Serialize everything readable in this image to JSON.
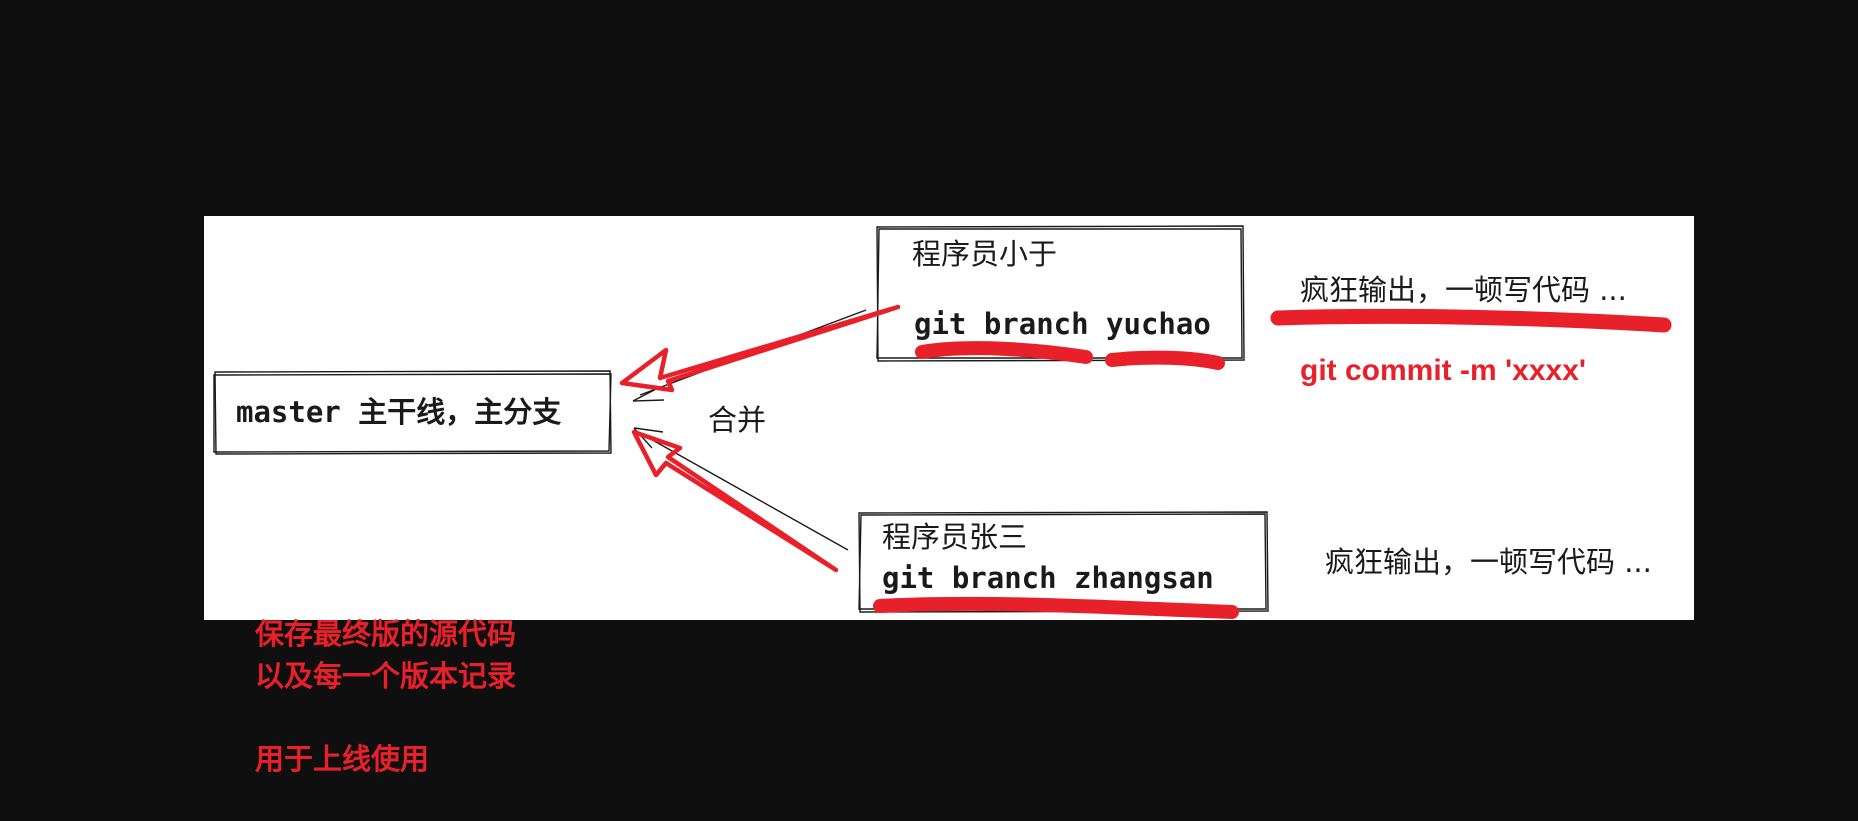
{
  "master": {
    "label": "master 主干线，主分支"
  },
  "developers": [
    {
      "name": "程序员小于",
      "branch_cmd": "git branch yuchao",
      "work_text": "疯狂输出，一顿写代码 ...",
      "commit_cmd": "git commit -m 'xxxx'"
    },
    {
      "name": "程序员张三",
      "branch_cmd": "git branch zhangsan",
      "work_text": "疯狂输出，一顿写代码 ..."
    }
  ],
  "merge_label": "合并",
  "notes": {
    "line1": "保存最终版的源代码",
    "line2": "以及每一个版本记录",
    "line3": "用于上线使用"
  },
  "colors": {
    "background": "#0f0f10",
    "board": "#ffffff",
    "ink": "#1a1a1a",
    "accent_red": "#e8202a"
  }
}
